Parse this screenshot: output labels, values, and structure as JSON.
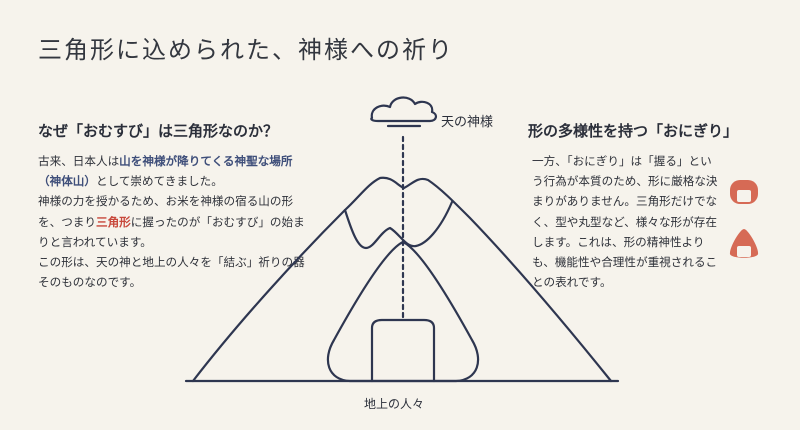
{
  "title": "三角形に込められた、神様への祈り",
  "left": {
    "heading": "なぜ「おむすび」は三角形なのか？",
    "body": {
      "p1_a": "古来、日本人は",
      "p1_hl": "山を神様が降りてくる神聖な場所（神体山）",
      "p1_b": "として崇めてきました。",
      "p2_a": "神様の力を授かるため、お米を神様の宿る山の形を、つまり",
      "p2_hl": "三角形",
      "p2_b": "に握ったのが「おむすび」の始まりと言われています。",
      "p3": "この形は、天の神と地上の人々を「結ぶ」祈りの器そのものなのです。"
    }
  },
  "right": {
    "heading": "形の多様性を持つ「おにぎり」",
    "body": "一方、「おにぎり」は「握る」という行為が本質のため、形に厳格な決まりがありません。三角形だけでなく、型や丸型など、様々な形が存在します。これは、形の精神性よりも、機能性や合理性が重視されることの表れです。"
  },
  "diagram": {
    "sky_label": "天の神様",
    "earth_label": "地上の人々",
    "cloud_icon": "cloud-icon",
    "mountain_icon": "mountain-icon",
    "rice_ball_icon": "rice-ball-icon"
  },
  "colors": {
    "background": "#f6f3ec",
    "line": "#2e3650",
    "highlight_blue": "#3f4f7a",
    "highlight_red": "#c8483b",
    "onigiri_red": "#d66a55"
  }
}
